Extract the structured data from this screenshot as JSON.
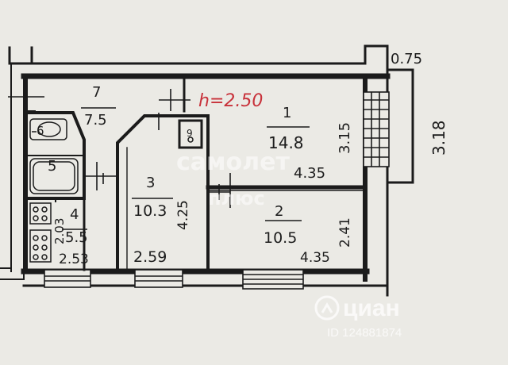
{
  "plan": {
    "ceiling_height": "h=2.50",
    "balcony": {
      "width": "0.75",
      "length": "3.18"
    },
    "rooms": [
      {
        "number": "7",
        "area": "7.5"
      },
      {
        "number": "1",
        "area": "14.8",
        "dims": [
          "3.15",
          "4.35"
        ]
      },
      {
        "number": "6"
      },
      {
        "number": "5"
      },
      {
        "number": "3",
        "area": "10.3",
        "dims": [
          "4.25",
          "2.59"
        ]
      },
      {
        "number": "4",
        "area": "5.5",
        "dims": [
          "2.03",
          "2.53"
        ]
      },
      {
        "number": "2",
        "area": "10.5",
        "dims": [
          "2.41",
          "4.35"
        ]
      },
      {
        "number": "9"
      }
    ]
  },
  "watermarks": {
    "center_line1": "самолет",
    "center_line2": "плюс",
    "brand": "циан",
    "listing_id": "ID 124881874"
  }
}
